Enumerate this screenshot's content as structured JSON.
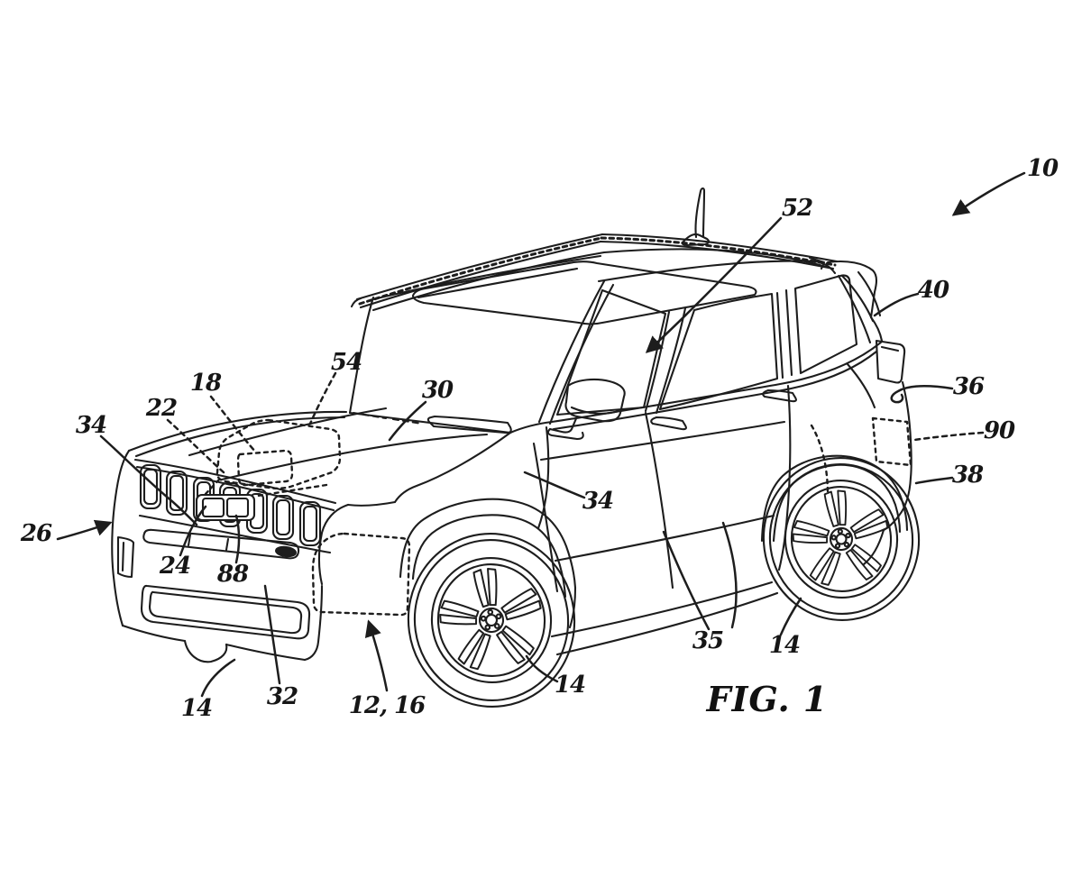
{
  "figure": {
    "caption": "FIG. 1"
  },
  "colors": {
    "line": "#1d1d1d",
    "background": "#ffffff"
  },
  "labels": [
    {
      "id": "10",
      "text": "10"
    },
    {
      "id": "52",
      "text": "52"
    },
    {
      "id": "40",
      "text": "40"
    },
    {
      "id": "36",
      "text": "36"
    },
    {
      "id": "90",
      "text": "90"
    },
    {
      "id": "38",
      "text": "38"
    },
    {
      "id": "54",
      "text": "54"
    },
    {
      "id": "18",
      "text": "18"
    },
    {
      "id": "22",
      "text": "22"
    },
    {
      "id": "34-front",
      "text": "34"
    },
    {
      "id": "26",
      "text": "26"
    },
    {
      "id": "24",
      "text": "24"
    },
    {
      "id": "88",
      "text": "88"
    },
    {
      "id": "30",
      "text": "30"
    },
    {
      "id": "34-side",
      "text": "34"
    },
    {
      "id": "35",
      "text": "35"
    },
    {
      "id": "14-front-left",
      "text": "14"
    },
    {
      "id": "32",
      "text": "32"
    },
    {
      "id": "12-16",
      "text": "12, 16"
    },
    {
      "id": "14-front-right",
      "text": "14"
    },
    {
      "id": "14-rear",
      "text": "14"
    }
  ]
}
